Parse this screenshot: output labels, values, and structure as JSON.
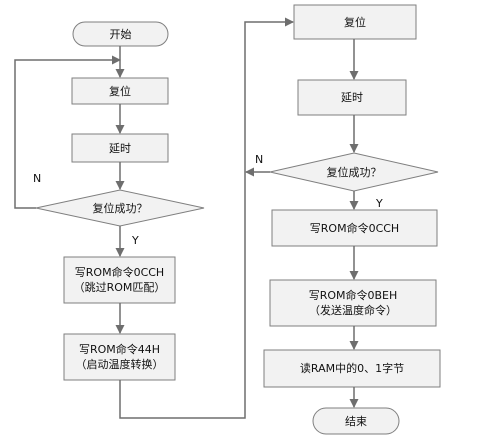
{
  "flowchart": {
    "start": "开始",
    "reset_left": "复位",
    "delay_left": "延时",
    "decision_left": "复位成功？",
    "label_n_left": "N",
    "label_y_left": "Y",
    "cmd_cch_left_line1": "写ROM命令0CCH",
    "cmd_cch_left_line2": "（跳过ROM匹配）",
    "cmd_44h_line1": "写ROM命令44H",
    "cmd_44h_line2": "（启动温度转换）",
    "reset_right": "复位",
    "delay_right": "延时",
    "decision_right": "复位成功？",
    "label_n_right": "N",
    "label_y_right": "Y",
    "cmd_cch_right": "写ROM命令0CCH",
    "cmd_beh_line1": "写ROM命令0BEH",
    "cmd_beh_line2": "（发送温度命令）",
    "read_bytes": "读RAM中的0、1字节",
    "end": "结束"
  },
  "colors": {
    "box_fill": "#f2f2f2",
    "stroke": "#7f7f7f",
    "arrow": "#6e6e6e"
  }
}
